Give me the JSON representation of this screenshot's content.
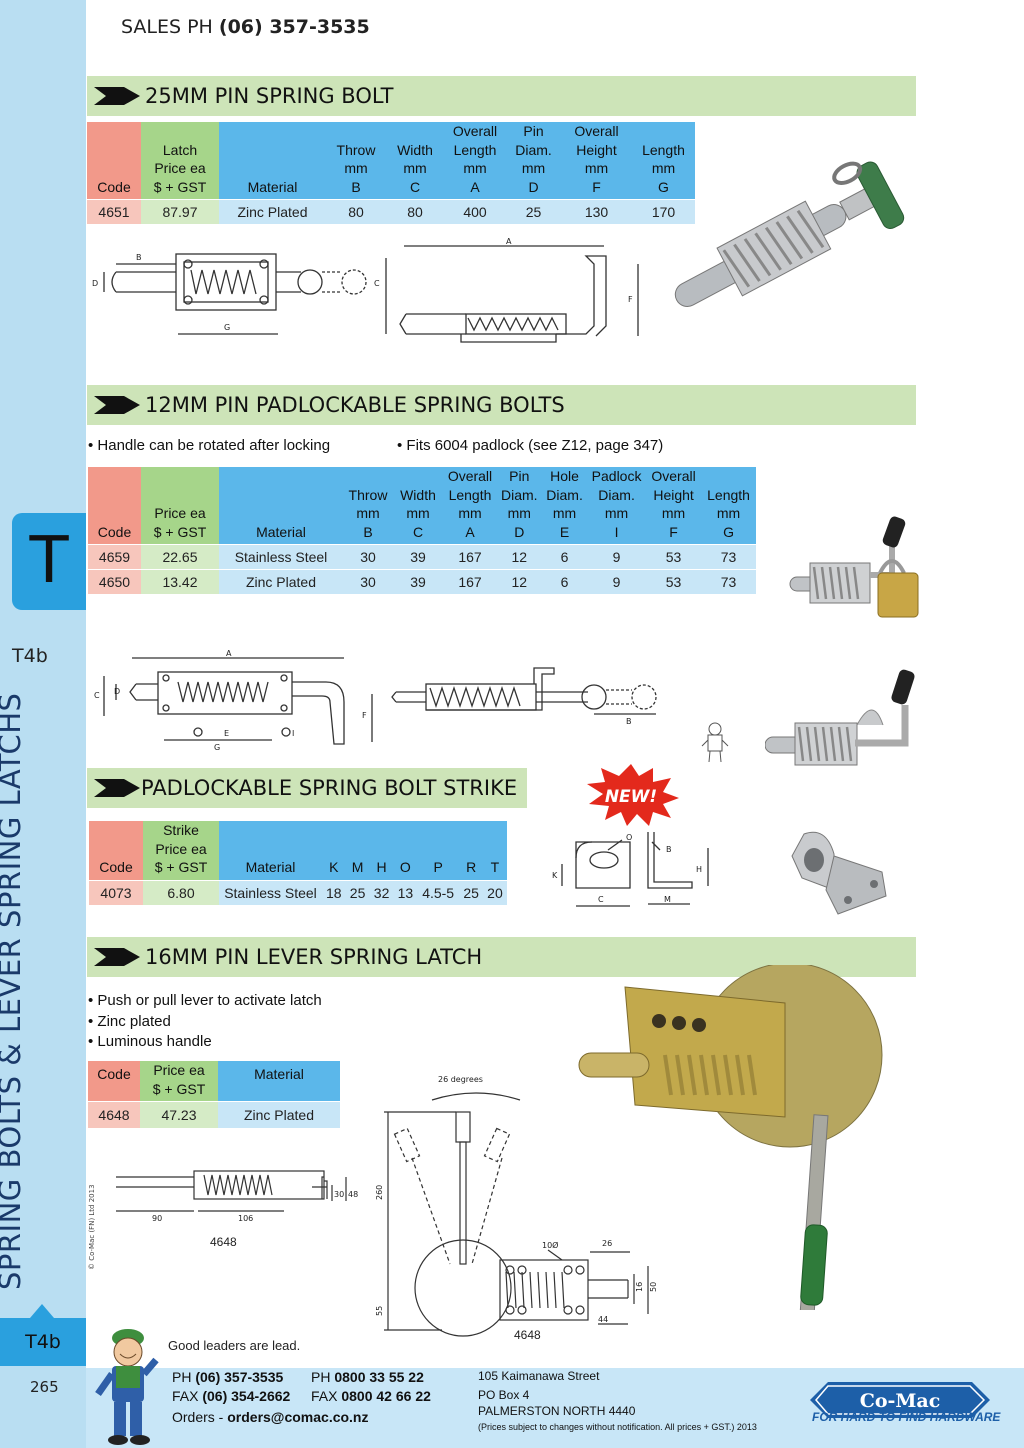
{
  "header": {
    "sales_label": "SALES  PH ",
    "sales_phone": "(06) 357-3535"
  },
  "sidebar": {
    "section_letter": "T",
    "section_code_top": "T4b",
    "vertical_title": "SPRING BOLTS  & LEVER SPRING LATCHS",
    "section_code_bottom": "T4b",
    "page_number": "265",
    "copyright": "© Co-Mac (FN) Ltd 2013"
  },
  "section1": {
    "title": "25MM PIN SPRING BOLT",
    "headers": [
      "Code",
      "Latch\nPrice ea\n$ + GST",
      "Material",
      "Throw\nmm\nB",
      "Width\nmm\nC",
      "Overall\nLength\nmm\nA",
      "Pin\nDiam.\nmm\nD",
      "Overall\nHeight\nmm\nF",
      "Length\nmm\nG"
    ],
    "rows": [
      [
        "4651",
        "87.97",
        "Zinc Plated",
        "80",
        "80",
        "400",
        "25",
        "130",
        "170"
      ]
    ],
    "dim_labels": {
      "b": "B",
      "d": "D",
      "c": "C",
      "g": "G",
      "a": "A",
      "f": "F"
    }
  },
  "section2": {
    "title": "12MM PIN PADLOCKABLE SPRING BOLTS",
    "bullet1": "• Handle can be rotated after locking",
    "bullet2": "• Fits 6004 padlock (see Z12, page 347)",
    "headers": [
      "Code",
      "Price ea\n$ + GST",
      "Material",
      "Throw\nmm\nB",
      "Width\nmm\nC",
      "Overall\nLength\nmm\nA",
      "Pin\nDiam.\nmm\nD",
      "Hole\nDiam.\nmm\nE",
      "Padlock\nDiam.\nmm\nI",
      "Overall\nHeight\nmm\nF",
      "Length\nmm\nG"
    ],
    "rows": [
      [
        "4659",
        "22.65",
        "Stainless Steel",
        "30",
        "39",
        "167",
        "12",
        "6",
        "9",
        "53",
        "73"
      ],
      [
        "4650",
        "13.42",
        "Zinc Plated",
        "30",
        "39",
        "167",
        "12",
        "6",
        "9",
        "53",
        "73"
      ]
    ],
    "dim_labels": {
      "a": "A",
      "c": "C",
      "d": "D",
      "e": "E",
      "i": "I",
      "g": "G",
      "f": "F",
      "b": "B"
    }
  },
  "section3": {
    "title": "PADLOCKABLE SPRING BOLT STRIKE",
    "badge": "NEW!",
    "headers": [
      "Code",
      "Strike\nPrice ea\n$ + GST",
      "Material",
      "K",
      "M",
      "H",
      "O",
      "P",
      "R",
      "T"
    ],
    "rows": [
      [
        "4073",
        "6.80",
        "Stainless Steel",
        "18",
        "25",
        "32",
        "13",
        "4.5-5",
        "25",
        "20"
      ]
    ],
    "dim_labels": {
      "o": "O",
      "k": "K",
      "c": "C",
      "b": "B",
      "h": "H",
      "m": "M"
    }
  },
  "section4": {
    "title": "16MM PIN LEVER SPRING LATCH",
    "bullets": [
      "• Push or pull lever to activate latch",
      "• Zinc plated",
      "• Luminous handle"
    ],
    "headers": [
      "Code",
      "Price ea\n$ + GST",
      "Material"
    ],
    "rows": [
      [
        "4648",
        "47.23",
        "Zinc Plated"
      ]
    ],
    "drawing_caption_left": "4648",
    "drawing_caption_right": "4648",
    "dims": {
      "d90": "90",
      "d106": "106",
      "d30": "30",
      "d48": "48",
      "degrees": "26 degrees",
      "d260": "260",
      "d55": "55",
      "d10": "10Ø",
      "d26": "26",
      "d16": "16",
      "d50": "50",
      "d44": "44"
    }
  },
  "footer": {
    "tagline": "Good leaders are lead.",
    "ph1_label": "PH ",
    "ph1": "(06) 357-3535",
    "ph2_label": "PH ",
    "ph2": "0800 33 55 22",
    "fax1_label": "FAX ",
    "fax1": "(06) 354-2662",
    "fax2_label": "FAX ",
    "fax2": "0800 42 66 22",
    "orders_label": "Orders - ",
    "orders_email": "orders@comac.co.nz",
    "address1": "105 Kaimanawa Street",
    "address2": "PO Box 4",
    "address3": "PALMERSTON NORTH 4440",
    "disclaimer": "(Prices subject to changes without notification.  All prices + GST.)  2013",
    "logo_text": "Co-Mac",
    "logo_tagline": "FOR HARD TO FIND HARDWARE"
  },
  "colors": {
    "code_header": "#f2998a",
    "price_header": "#a6d58a",
    "dim_header": "#5bb7ea",
    "title_bar": "#cde4b8",
    "sidebar": "#b9def2",
    "accent_blue": "#2aa0de",
    "logo_blue": "#1d5fa8"
  }
}
